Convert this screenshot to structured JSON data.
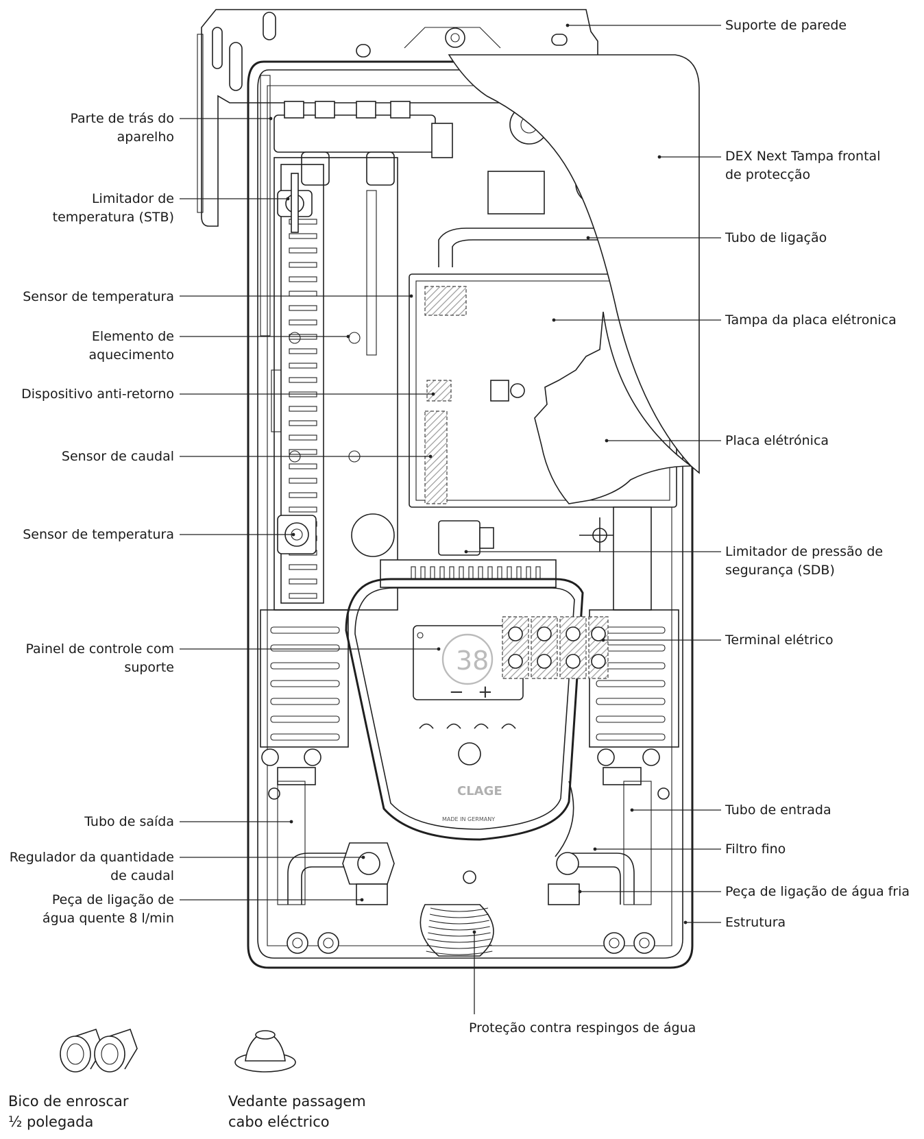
{
  "labels_left": [
    {
      "id": "rear",
      "text": "Parte de trás do\naparelho"
    },
    {
      "id": "stb",
      "text": "Limitador de\ntemperatura (STB)"
    },
    {
      "id": "temp1",
      "text": "Sensor de temperatura"
    },
    {
      "id": "heat",
      "text": "Elemento de\naquecimento"
    },
    {
      "id": "nonreturn",
      "text": "Dispositivo anti-retorno"
    },
    {
      "id": "flow",
      "text": "Sensor de caudal"
    },
    {
      "id": "temp2",
      "text": "Sensor de temperatura"
    },
    {
      "id": "panel",
      "text": "Painel de controle com\nsuporte"
    },
    {
      "id": "outlet",
      "text": "Tubo de saída"
    },
    {
      "id": "regulator",
      "text": "Regulador da quantidade\nde caudal"
    },
    {
      "id": "hotconn",
      "text": "Peça de ligação de\nágua quente 8 l/min"
    }
  ],
  "labels_right": [
    {
      "id": "wall",
      "text": "Suporte de parede"
    },
    {
      "id": "cover",
      "text": "DEX Next Tampa frontal\nde protecção"
    },
    {
      "id": "pipe",
      "text": "Tubo de ligação"
    },
    {
      "id": "pcbcover",
      "text": "Tampa da placa elétronica"
    },
    {
      "id": "pcb",
      "text": "Placa elétrónica"
    },
    {
      "id": "sdb",
      "text": "Limitador de pressão de\nsegurança (SDB)"
    },
    {
      "id": "terminal",
      "text": "Terminal elétrico"
    },
    {
      "id": "inlet",
      "text": "Tubo de entrada"
    },
    {
      "id": "filter",
      "text": "Filtro fino"
    },
    {
      "id": "coldconn",
      "text": "Peça de ligação de água fria"
    },
    {
      "id": "frame",
      "text": "Estrutura"
    }
  ],
  "label_bottom_center": {
    "id": "splash",
    "text": "Proteção contra respingos de água"
  },
  "accessories": [
    {
      "id": "nipple",
      "text": "Bico de enroscar\n½ polegada"
    },
    {
      "id": "grommet",
      "text": "Vedante passagem\ncabo eléctrico"
    }
  ],
  "device_panel": {
    "temperature": "38",
    "minus": "−",
    "plus": "+",
    "brand": "CLAGE",
    "made_in": "MADE IN GERMANY"
  }
}
